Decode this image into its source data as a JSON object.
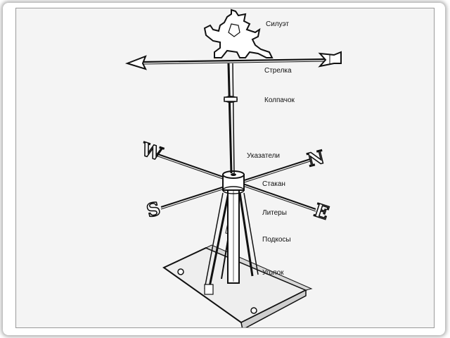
{
  "diagram": {
    "labels": {
      "silhouette": "Силуэт",
      "arrow": "Стрелка",
      "cap": "Колпачок",
      "pointers": "Указатели",
      "cup": "Стакан",
      "letters": "Литеры",
      "struts": "Подкосы",
      "angle": "Уголок"
    },
    "compass_letters": {
      "west": "W",
      "north": "N",
      "south": "S",
      "east": "E"
    }
  }
}
